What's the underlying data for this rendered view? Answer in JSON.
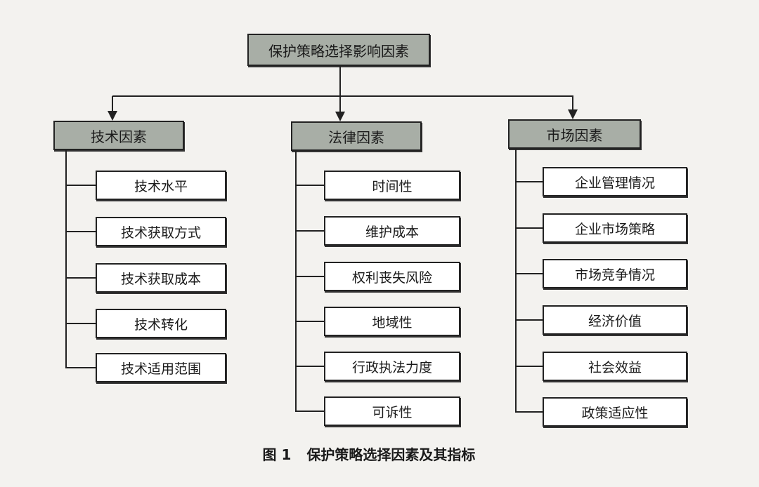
{
  "root": {
    "label": "保护策略选择影响因素"
  },
  "columns": [
    {
      "label": "技术因素",
      "items": [
        "技术水平",
        "技术获取方式",
        "技术获取成本",
        "技术转化",
        "技术适用范围"
      ]
    },
    {
      "label": "法律因素",
      "items": [
        "时间性",
        "维护成本",
        "权利丧失风险",
        "地域性",
        "行政执法力度",
        "可诉性"
      ]
    },
    {
      "label": "市场因素",
      "items": [
        "企业管理情况",
        "企业市场策略",
        "市场竞争情况",
        "经济价值",
        "社会效益",
        "政策适应性"
      ]
    }
  ],
  "caption": {
    "number": "图 1",
    "title": "保护策略选择因素及其指标"
  },
  "colors": {
    "header_fill": "#a8aea6",
    "line": "#222222"
  }
}
